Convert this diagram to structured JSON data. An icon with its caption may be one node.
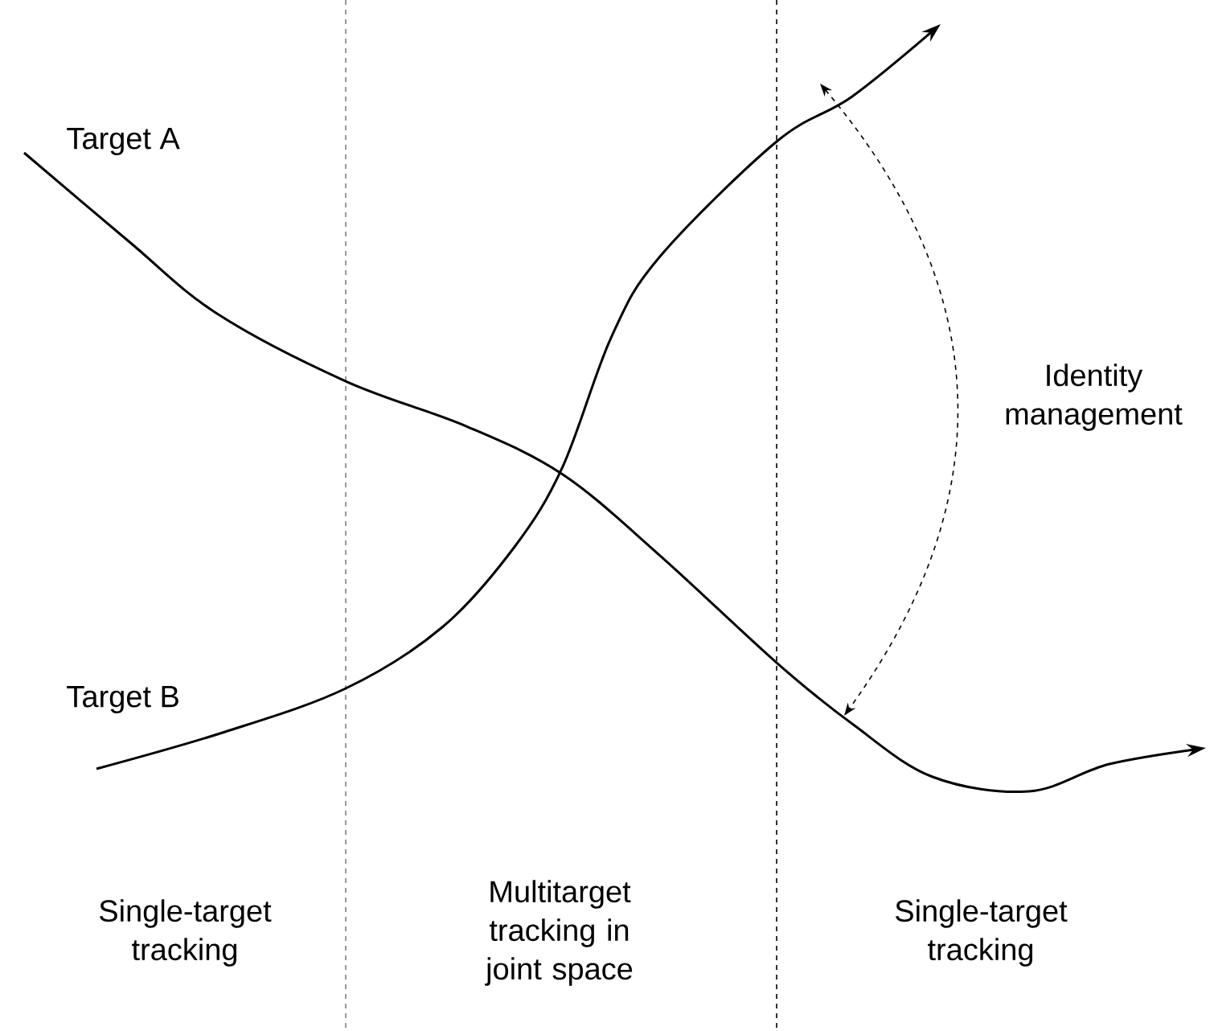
{
  "diagram": {
    "labels": [
      "Target A",
      "Target B",
      "Identity management",
      "Single-target tracking",
      "Multitarget tracking in joint space",
      "Single-target tracking"
    ]
  }
}
